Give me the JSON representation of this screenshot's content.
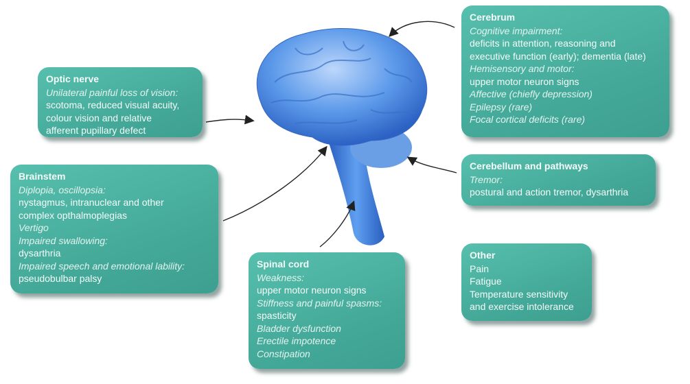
{
  "boxes": {
    "optic": {
      "title": "Optic nerve",
      "lines": [
        {
          "text": "Unilateral painful loss of vision:",
          "italic": true
        },
        {
          "text": "scotoma, reduced visual acuity,",
          "italic": false
        },
        {
          "text": "colour vision and relative",
          "italic": false
        },
        {
          "text": "afferent pupillary defect",
          "italic": false
        }
      ]
    },
    "brainstem": {
      "title": "Brainstem",
      "lines": [
        {
          "text": "Diplopia, oscillopsia:",
          "italic": true
        },
        {
          "text": "nystagmus, intranuclear and other",
          "italic": false
        },
        {
          "text": "complex opthalmoplegias",
          "italic": false
        },
        {
          "text": "Vertigo",
          "italic": true
        },
        {
          "text": "Impaired swallowing:",
          "italic": true
        },
        {
          "text": "dysarthria",
          "italic": false
        },
        {
          "text": "Impaired speech and emotional lability:",
          "italic": true
        },
        {
          "text": "pseudobulbar palsy",
          "italic": false
        }
      ]
    },
    "cerebrum": {
      "title": "Cerebrum",
      "lines": [
        {
          "text": "Cognitive impairment:",
          "italic": true
        },
        {
          "text": "deficits in attention, reasoning and",
          "italic": false
        },
        {
          "text": "executive function (early); dementia (late)",
          "italic": false
        },
        {
          "text": "Hemisensory and motor:",
          "italic": true
        },
        {
          "text": "upper motor neuron signs",
          "italic": false
        },
        {
          "text": "Affective (chiefly depression)",
          "italic": true
        },
        {
          "text": "Epilepsy (rare)",
          "italic": true
        },
        {
          "text": "Focal cortical deficits (rare)",
          "italic": true
        }
      ]
    },
    "cerebellum": {
      "title": "Cerebellum and pathways",
      "lines": [
        {
          "text": "Tremor:",
          "italic": true
        },
        {
          "text": "postural and action tremor, dysarthria",
          "italic": false
        }
      ]
    },
    "spinal": {
      "title": "Spinal cord",
      "lines": [
        {
          "text": "Weakness:",
          "italic": true
        },
        {
          "text": "upper motor neuron signs",
          "italic": false
        },
        {
          "text": "Stiffness and painful spasms:",
          "italic": true
        },
        {
          "text": "spasticity",
          "italic": false
        },
        {
          "text": "Bladder dysfunction",
          "italic": true
        },
        {
          "text": "Erectile impotence",
          "italic": true
        },
        {
          "text": "Constipation",
          "italic": true
        }
      ]
    },
    "other": {
      "title": "Other",
      "lines": [
        {
          "text": "Pain",
          "italic": false
        },
        {
          "text": "Fatigue",
          "italic": false
        },
        {
          "text": "Temperature sensitivity",
          "italic": false
        },
        {
          "text": "and exercise intolerance",
          "italic": false
        }
      ]
    }
  },
  "colors": {
    "box": "#4bb3a2",
    "brain": "#4f8fe0",
    "arrow": "#222222"
  }
}
